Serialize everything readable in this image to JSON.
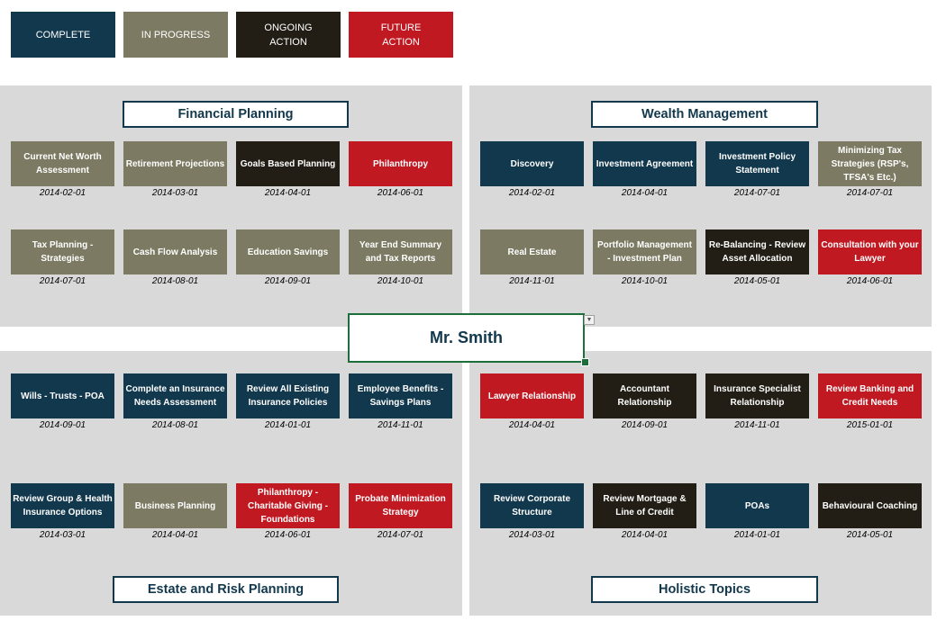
{
  "colors": {
    "complete": "#12384d",
    "in_progress": "#7c7a62",
    "ongoing": "#221e16",
    "future": "#c11922",
    "panel": "#d9d9d9",
    "title_border": "#12384d",
    "center_border": "#1e6e3c"
  },
  "legend": [
    {
      "label": "COMPLETE",
      "status": "complete"
    },
    {
      "label": "IN PROGRESS",
      "status": "in_progress"
    },
    {
      "label": "ONGOING\nACTION",
      "status": "ongoing"
    },
    {
      "label": "FUTURE\nACTION",
      "status": "future"
    }
  ],
  "center": {
    "client_name": "Mr. Smith",
    "dropdown_icon": "chevron-down-icon"
  },
  "sections": [
    {
      "title": "Financial Planning",
      "tiles": [
        {
          "label": "Current Net Worth Assessment",
          "date": "2014-02-01",
          "status": "in_progress"
        },
        {
          "label": "Retirement Projections",
          "date": "2014-03-01",
          "status": "in_progress"
        },
        {
          "label": "Goals Based Planning",
          "date": "2014-04-01",
          "status": "ongoing"
        },
        {
          "label": "Philanthropy",
          "date": "2014-06-01",
          "status": "future"
        },
        {
          "label": "Tax Planning - Strategies",
          "date": "2014-07-01",
          "status": "in_progress"
        },
        {
          "label": "Cash Flow Analysis",
          "date": "2014-08-01",
          "status": "in_progress"
        },
        {
          "label": "Education Savings",
          "date": "2014-09-01",
          "status": "in_progress"
        },
        {
          "label": "Year End Summary and Tax Reports",
          "date": "2014-10-01",
          "status": "in_progress"
        }
      ]
    },
    {
      "title": "Wealth Management",
      "tiles": [
        {
          "label": "Discovery",
          "date": "2014-02-01",
          "status": "complete"
        },
        {
          "label": "Investment Agreement",
          "date": "2014-04-01",
          "status": "complete"
        },
        {
          "label": "Investment Policy Statement",
          "date": "2014-07-01",
          "status": "complete"
        },
        {
          "label": "Minimizing Tax Strategies (RSP's, TFSA's Etc.)",
          "date": "2014-07-01",
          "status": "in_progress"
        },
        {
          "label": "Real Estate",
          "date": "2014-11-01",
          "status": "in_progress"
        },
        {
          "label": "Portfolio Management - Investment Plan",
          "date": "2014-10-01",
          "status": "in_progress"
        },
        {
          "label": "Re-Balancing - Review Asset Allocation",
          "date": "2014-05-01",
          "status": "ongoing"
        },
        {
          "label": "Consultation with your Lawyer",
          "date": "2014-06-01",
          "status": "future"
        }
      ]
    },
    {
      "title": "Estate and Risk Planning",
      "tiles": [
        {
          "label": "Wills - Trusts - POA",
          "date": "2014-09-01",
          "status": "complete"
        },
        {
          "label": "Complete an Insurance Needs Assessment",
          "date": "2014-08-01",
          "status": "complete"
        },
        {
          "label": "Review All Existing Insurance Policies",
          "date": "2014-01-01",
          "status": "complete"
        },
        {
          "label": "Employee Benefits - Savings Plans",
          "date": "2014-11-01",
          "status": "complete"
        },
        {
          "label": "Review Group & Health Insurance Options",
          "date": "2014-03-01",
          "status": "complete"
        },
        {
          "label": "Business Planning",
          "date": "2014-04-01",
          "status": "in_progress"
        },
        {
          "label": "Philanthropy - Charitable Giving - Foundations",
          "date": "2014-06-01",
          "status": "future"
        },
        {
          "label": "Probate Minimization Strategy",
          "date": "2014-07-01",
          "status": "future"
        }
      ]
    },
    {
      "title": "Holistic Topics",
      "tiles": [
        {
          "label": "Lawyer Relationship",
          "date": "2014-04-01",
          "status": "future"
        },
        {
          "label": "Accountant Relationship",
          "date": "2014-09-01",
          "status": "ongoing"
        },
        {
          "label": "Insurance Specialist Relationship",
          "date": "2014-11-01",
          "status": "ongoing"
        },
        {
          "label": "Review Banking and Credit Needs",
          "date": "2015-01-01",
          "status": "future"
        },
        {
          "label": "Review Corporate Structure",
          "date": "2014-03-01",
          "status": "complete"
        },
        {
          "label": "Review Mortgage & Line of Credit",
          "date": "2014-04-01",
          "status": "ongoing"
        },
        {
          "label": "POAs",
          "date": "2014-01-01",
          "status": "complete"
        },
        {
          "label": "Behavioural Coaching",
          "date": "2014-05-01",
          "status": "ongoing"
        }
      ]
    }
  ]
}
